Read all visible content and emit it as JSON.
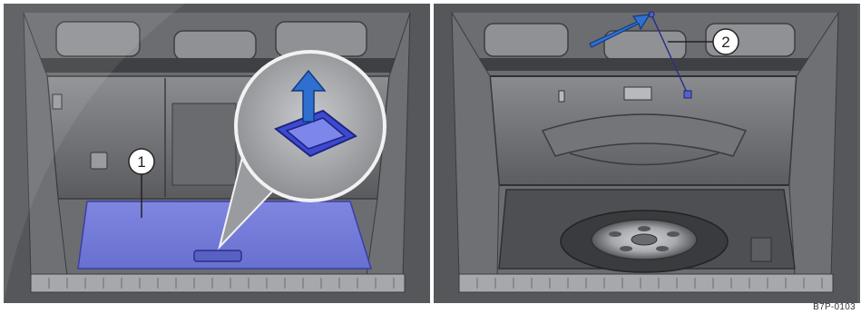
{
  "left_panel": {
    "callout_number": "1"
  },
  "right_panel": {
    "callout_number": "2"
  },
  "figure_reference": "B7P-0103",
  "colors": {
    "highlight_blue": "#6f78d6",
    "interior_dark": "#4a4b4f",
    "interior_mid": "#7b7c80",
    "interior_light": "#b9babd"
  }
}
